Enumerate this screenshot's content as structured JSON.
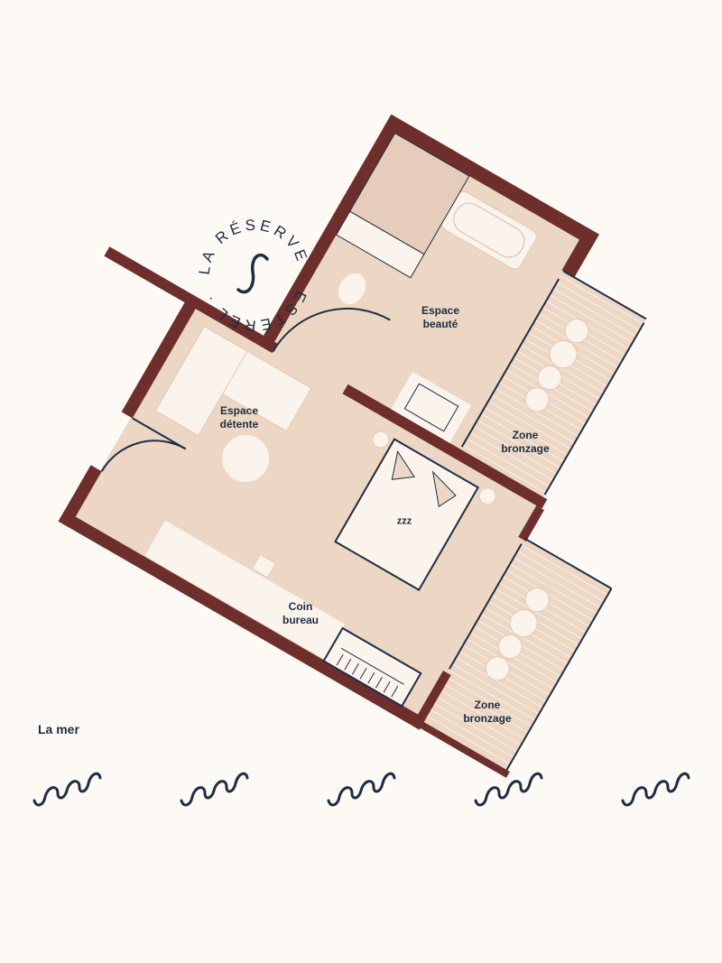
{
  "brand": {
    "ring_text": "LA RÉSERVE · ESTÉREL ·",
    "monogram": "S"
  },
  "rooms": {
    "beauty": [
      "Espace",
      "beauté"
    ],
    "lounge": [
      "Espace",
      "détente"
    ],
    "sun_upper": [
      "Zone",
      "bronzage"
    ],
    "desk": [
      "Coin",
      "bureau"
    ],
    "sun_lower": [
      "Zone",
      "bronzage"
    ]
  },
  "bed_mark": "zzz",
  "sea": {
    "label": "La mer",
    "wave_count": 5
  },
  "colors": {
    "wall": "#6e2f2c",
    "floor": "#ecd6c4",
    "background": "#fdfaf5",
    "ink": "#1e2d44",
    "furniture": "#fbf4ec"
  }
}
